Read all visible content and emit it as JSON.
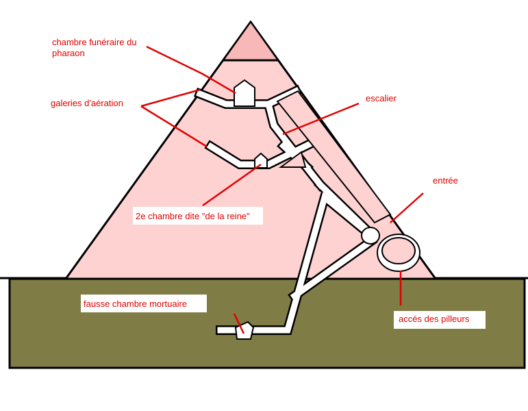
{
  "diagram": {
    "labels": {
      "pharaoh_chamber_line1": "chambre funéraire du",
      "pharaoh_chamber_line2": "pharaon",
      "air_shafts": "galeries d'aération",
      "stairway": "escalier",
      "entrance": "entrée",
      "queen_chamber": "2e chambre dite \"de la reine\"",
      "false_chamber": "fausse chambre mortuaire",
      "robbers_access": "accés des pilleurs"
    },
    "colors": {
      "pyramid_fill": "#ffd2d2",
      "capstone_fill": "#f8b8b8",
      "ground_fill": "#807c46",
      "outline": "#000000",
      "annotation": "#e00000",
      "passage": "#ffffff",
      "label_box": "#ffffff"
    }
  }
}
